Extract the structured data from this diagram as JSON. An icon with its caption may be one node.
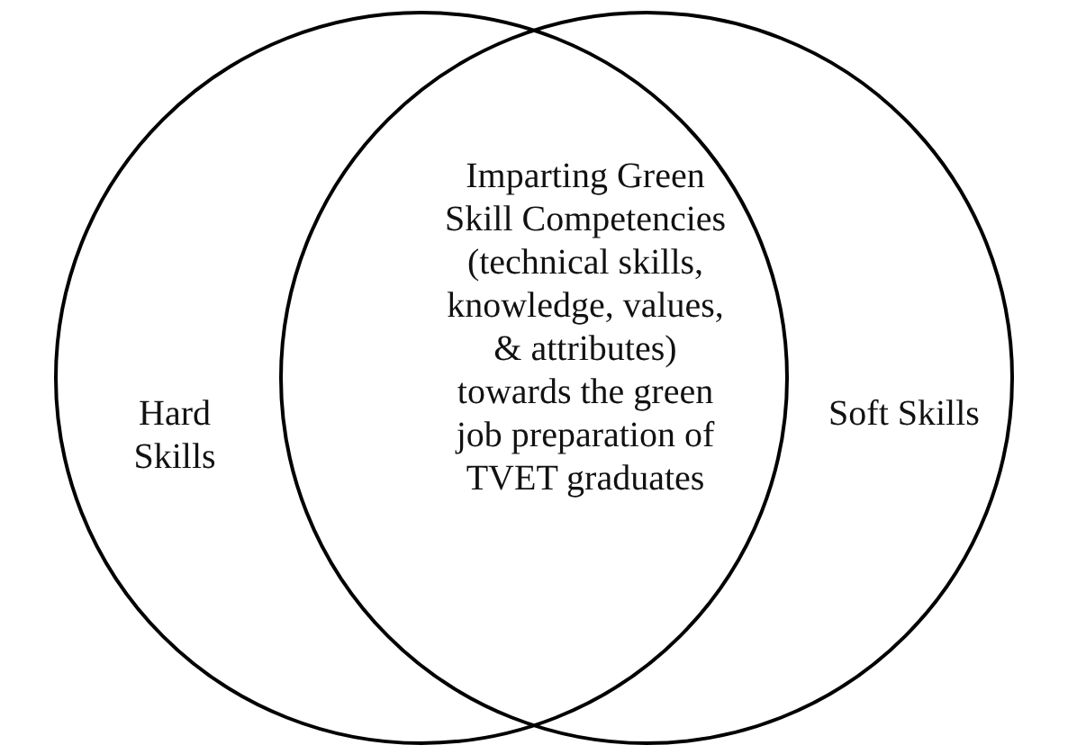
{
  "diagram": {
    "nodes": [
      {
        "text": [
          "Hard Skills"
        ]
      },
      {
        "text": [
          "Soft Skills"
        ]
      },
      {
        "text": [
          "Imparting Green Skill Competencies (technical skills, knowledge, values, & attributes) towards the green job preparation of TVET graduates"
        ]
      }
    ],
    "edges": []
  }
}
